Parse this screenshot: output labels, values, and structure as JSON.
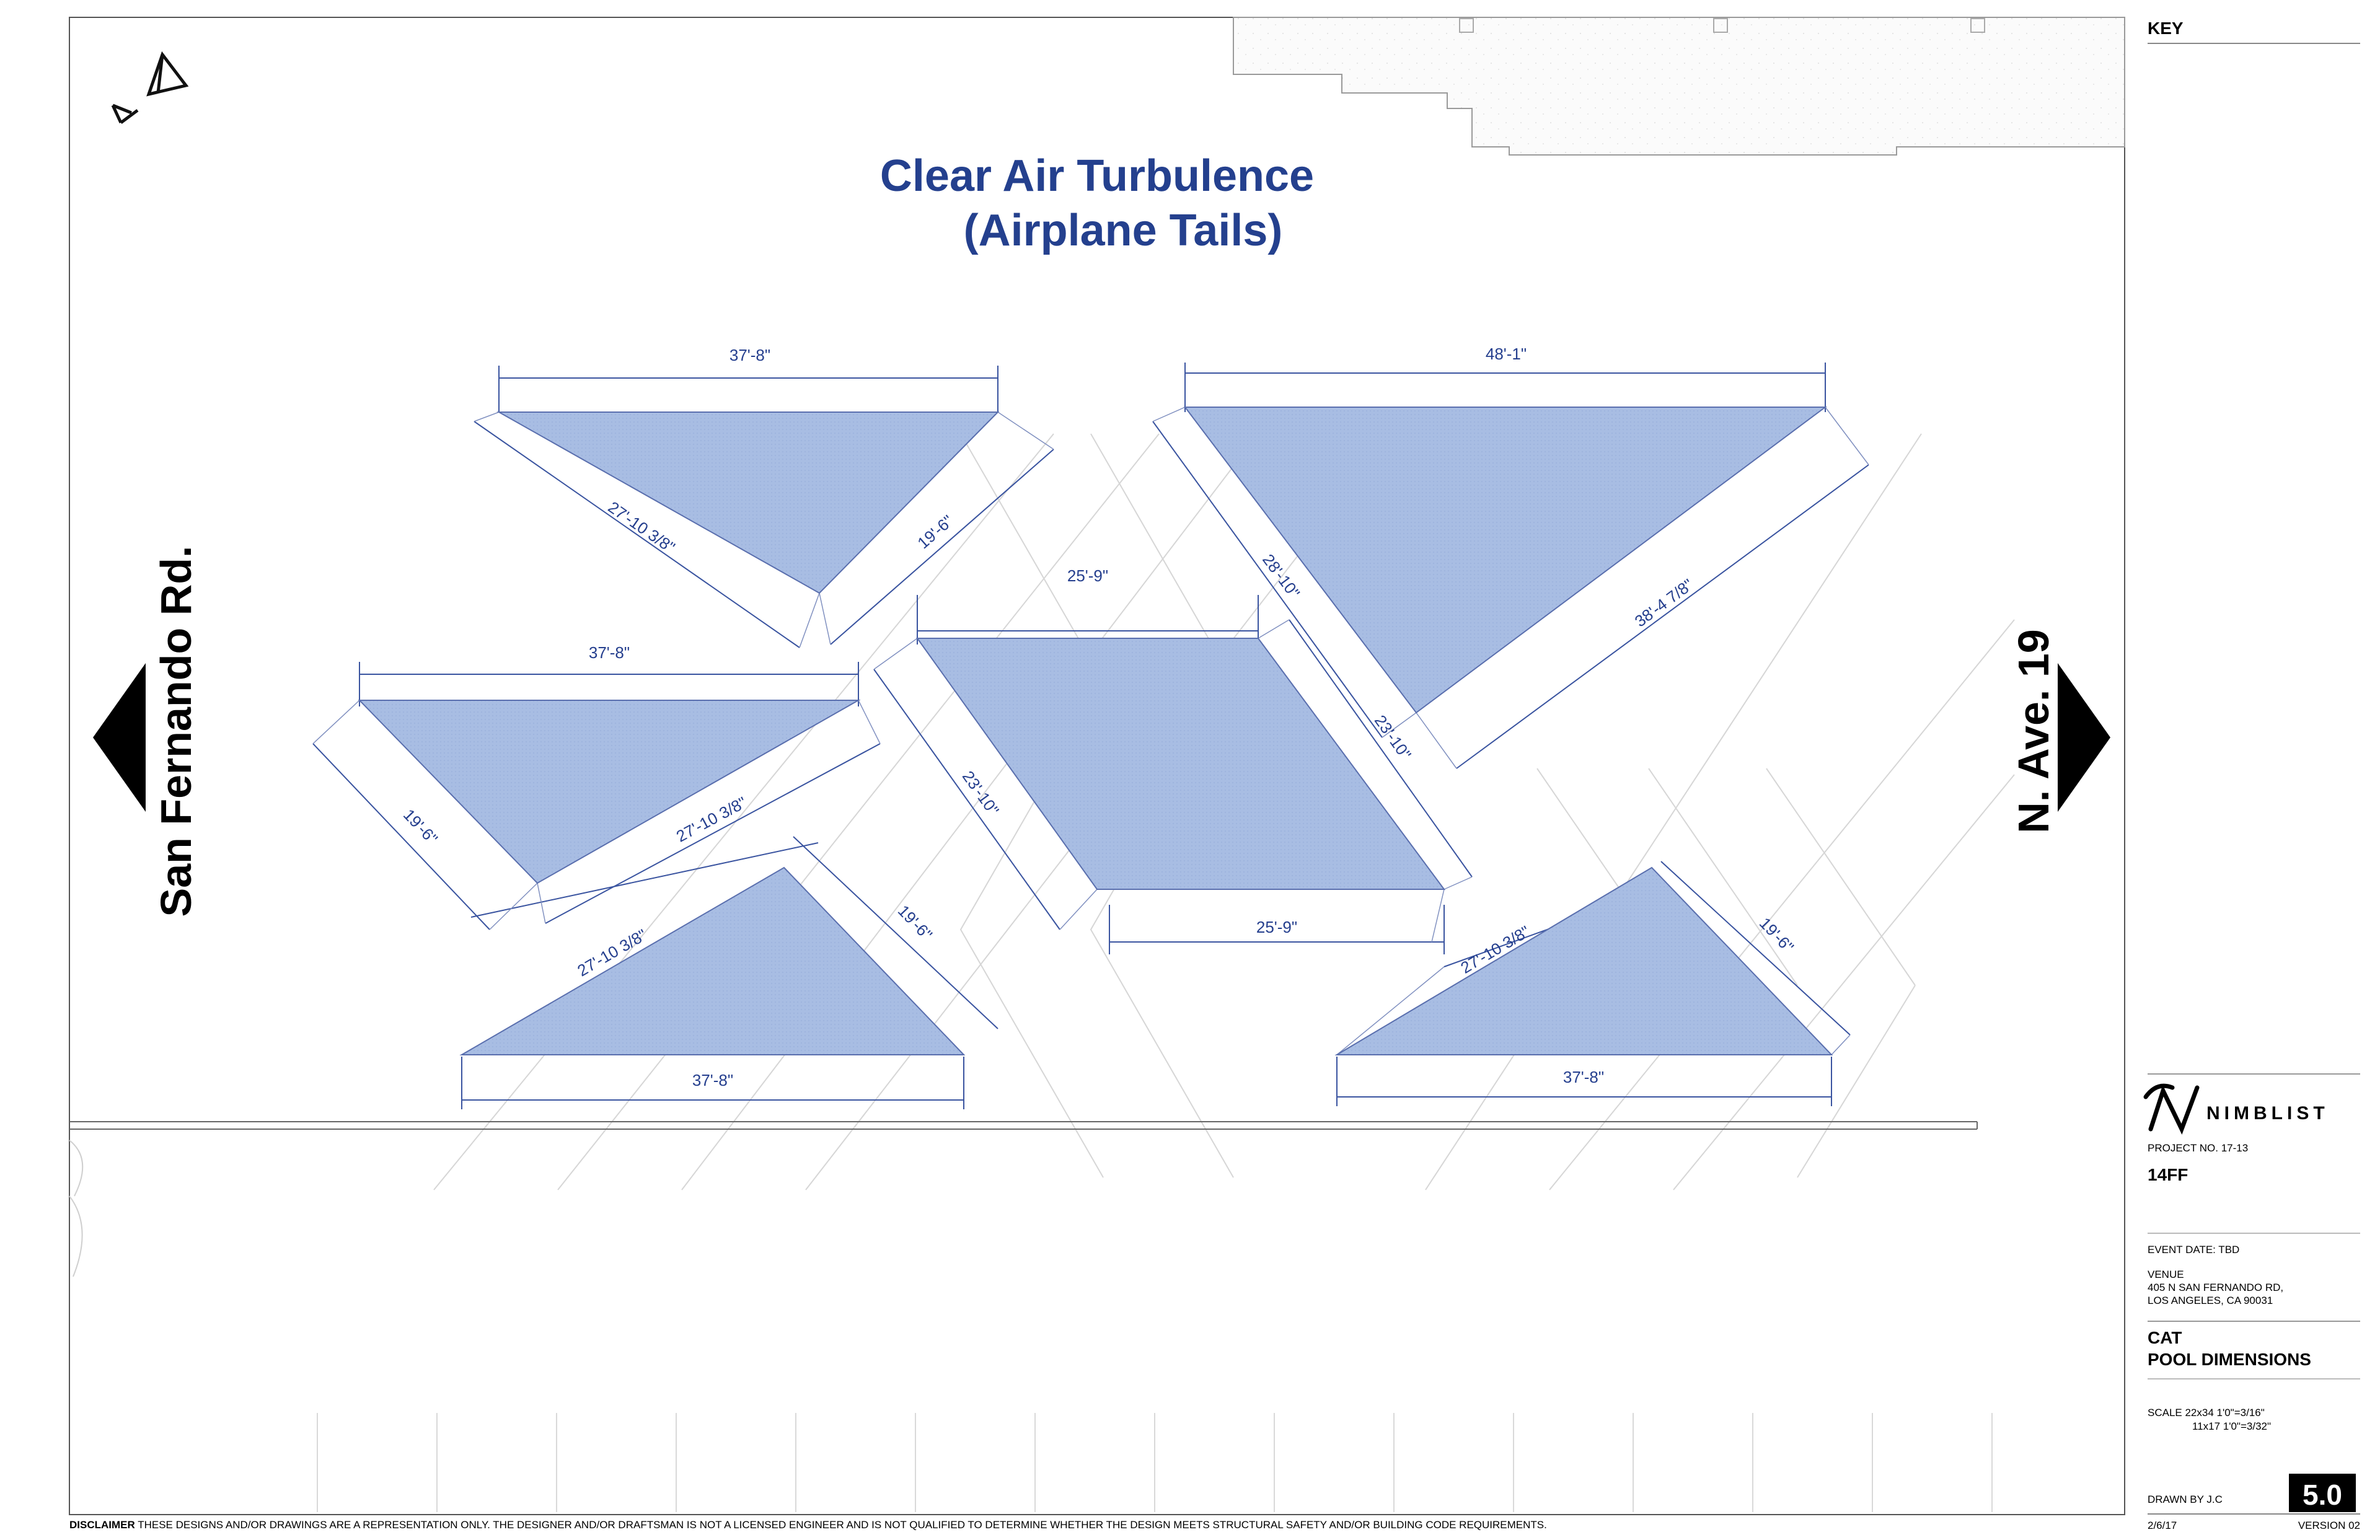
{
  "title": {
    "line1": "Clear Air Turbulence",
    "line2": "(Airplane Tails)"
  },
  "streets": {
    "left": "San Fernando Rd.",
    "right": "N. Ave. 19"
  },
  "dimensions": {
    "t1_top": "37'-8\"",
    "t1_left": "27'-10 3/8\"",
    "t1_right": "19'-6\"",
    "t2_top": "37'-8\"",
    "t2_left": "19'-6\"",
    "t2_diag": "27'-10 3/8\"",
    "t3_diag": "27'-10 3/8\"",
    "t3_right": "19'-6\"",
    "t3_bottom": "37'-8\"",
    "para_top": "25'-9\"",
    "para_left": "23'-10\"",
    "para_right": "23'-10\"",
    "para_bottom": "25'-9\"",
    "t4_top": "48'-1\"",
    "t4_left": "28'-10\"",
    "t4_right": "38'-4 7/8\"",
    "t5_diag": "27'-10 3/8\"",
    "t5_right": "19'-6\"",
    "t5_bottom": "37'-8\""
  },
  "title_block": {
    "key_label": "KEY",
    "brand": "NIMBLIST",
    "project_no": "PROJECT NO. 17-13",
    "project_code": "14FF",
    "event_date": "EVENT DATE: TBD",
    "venue_label": "VENUE",
    "venue_line1": "405 N SAN FERNANDO RD,",
    "venue_line2": "LOS ANGELES, CA 90031",
    "sheet_name_1": "CAT",
    "sheet_name_2": "POOL DIMENSIONS",
    "scale_1": "SCALE  22x34  1'0\"=3/16\"",
    "scale_2": "11x17  1'0\"=3/32\"",
    "drawn_by": "DRAWN BY J.C",
    "sheet_number": "5.0",
    "date": "2/6/17",
    "version": "VERSION  02"
  },
  "disclaimer": {
    "label": "DISCLAIMER",
    "text": " THESE DESIGNS AND/OR DRAWINGS ARE A REPRESENTATION ONLY. THE DESIGNER AND/OR DRAFTSMAN IS NOT A LICENSED ENGINEER AND IS NOT QUALIFIED TO DETERMINE WHETHER THE DESIGN MEETS STRUCTURAL SAFETY AND/OR BUILDING CODE REQUIREMENTS."
  },
  "colors": {
    "pool_fill": "#a8bde3",
    "dimension": "#253f8e",
    "title": "#24408e"
  }
}
